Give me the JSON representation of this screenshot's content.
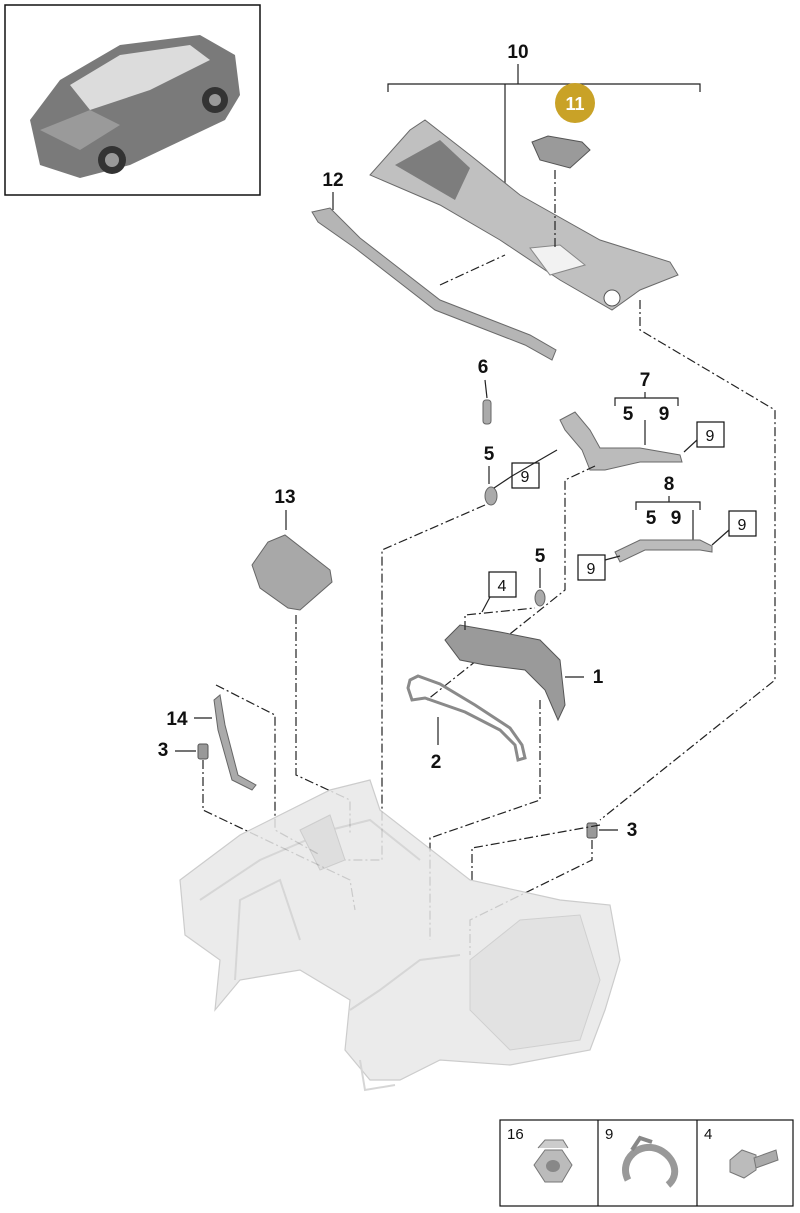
{
  "callouts": {
    "c1": "1",
    "c2": "2",
    "c3a": "3",
    "c3b": "3",
    "c4": "4",
    "c5a": "5",
    "c5b": "5",
    "c5c": "5",
    "c5d": "5",
    "c6": "6",
    "c7": "7",
    "c8": "8",
    "c9a": "9",
    "c9b": "9",
    "c9c": "9",
    "c9d": "9",
    "c9e": "9",
    "c9f": "9",
    "c10": "10",
    "c11": "11",
    "c12": "12",
    "c13": "13",
    "c14": "14"
  },
  "legend": {
    "cells": [
      {
        "label": "16"
      },
      {
        "label": "9"
      },
      {
        "label": "4"
      }
    ]
  },
  "colors": {
    "highlight": "#c9a227",
    "line": "#222222",
    "part": "#c8c8c8",
    "body": "#e6e6e6"
  }
}
